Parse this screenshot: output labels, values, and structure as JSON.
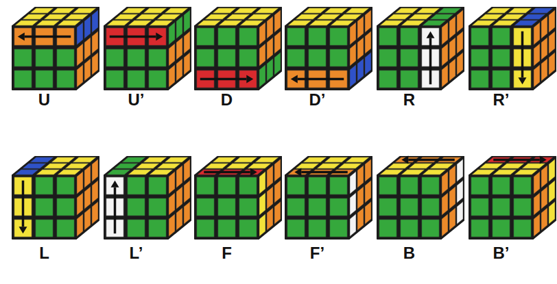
{
  "diagram": {
    "labels": [
      "U",
      "U’",
      "D",
      "D’",
      "R",
      "R’",
      "L",
      "L’",
      "F",
      "F’",
      "B",
      "B’"
    ]
  }
}
